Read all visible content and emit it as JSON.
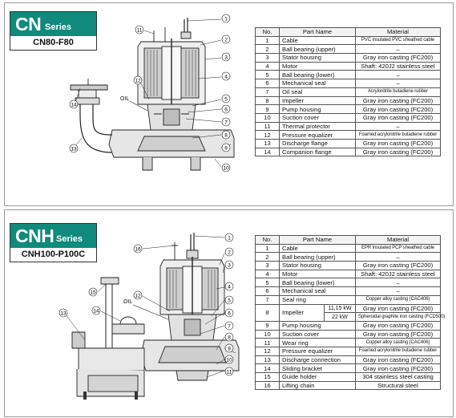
{
  "cn": {
    "series_big": "CN",
    "series_small": "Series",
    "model": "CN80-F80",
    "oil_label": "OIL",
    "callouts": [
      "1",
      "2",
      "3",
      "4",
      "5",
      "6",
      "7",
      "8",
      "9",
      "10",
      "11",
      "12",
      "13",
      "14"
    ],
    "table": {
      "headers": [
        "No.",
        "Part Name",
        "Material"
      ],
      "rows": [
        {
          "no": "1",
          "name": "Cable",
          "material": "PVC insulated PVC sheathed cable"
        },
        {
          "no": "2",
          "name": "Ball bearing (upper)",
          "material": "–"
        },
        {
          "no": "3",
          "name": "Stator housing",
          "material": "Gray iron casting (FC200)"
        },
        {
          "no": "4",
          "name": "Motor",
          "material": "Shaft: 420J2 stainless steel"
        },
        {
          "no": "5",
          "name": "Ball bearing (lower)",
          "material": "–"
        },
        {
          "no": "6",
          "name": "Mechanical  seal",
          "material": "–"
        },
        {
          "no": "7",
          "name": "Oil seal",
          "material": "Acrylonitrile butadiene rubber"
        },
        {
          "no": "8",
          "name": "Impeller",
          "material": "Gray iron casting (FC200)"
        },
        {
          "no": "9",
          "name": "Pump housing",
          "material": "Gray iron casting (FC200)"
        },
        {
          "no": "10",
          "name": "Suction cover",
          "material": "Gray iron casting (FC200)"
        },
        {
          "no": "11",
          "name": "Thermal protector",
          "material": "–"
        },
        {
          "no": "12",
          "name": "Pressure equalizer",
          "material": "Foamed acrylonitrile butadiene rubber"
        },
        {
          "no": "13",
          "name": "Discharge flange",
          "material": "Gray iron casting (FC200)"
        },
        {
          "no": "14",
          "name": "Companion flange",
          "material": "Gray iron casting (FC200)"
        }
      ]
    }
  },
  "cnh": {
    "series_big": "CNH",
    "series_small": "Series",
    "model": "CNH100-P100C",
    "oil_label": "OIL",
    "callouts": [
      "1",
      "2",
      "3",
      "4",
      "5",
      "6",
      "7",
      "8",
      "9",
      "10",
      "11",
      "12",
      "13",
      "14",
      "15",
      "16"
    ],
    "table": {
      "headers": [
        "No.",
        "Part Name",
        "Material"
      ],
      "rows": [
        {
          "no": "1",
          "name": "Cable",
          "material": "EPR insulated PCP sheathed cable"
        },
        {
          "no": "2",
          "name": "Ball bearing (upper)",
          "material": "–"
        },
        {
          "no": "3",
          "name": "Stator housing",
          "material": "Gray iron casting (FC200)"
        },
        {
          "no": "4",
          "name": "Motor",
          "material": "Shaft: 420J2 stainless steel"
        },
        {
          "no": "5",
          "name": "Ball bearing (lower)",
          "material": "–"
        },
        {
          "no": "6",
          "name": "Mechanical seal",
          "material": "–"
        },
        {
          "no": "7",
          "name": "Seal ring",
          "material": "Copper alloy casting (CAC406)"
        },
        {
          "no": "9",
          "name": "Pump housing",
          "material": "Gray iron casting (FC200)"
        },
        {
          "no": "10",
          "name": "Suction cover",
          "material": "Gray iron casting (FC200)"
        },
        {
          "no": "11",
          "name": "Wear ring",
          "material": "Copper alloy casting (CAC406)"
        },
        {
          "no": "12",
          "name": "Pressure equalizer",
          "material": "Foamed acrylonitrile butadiene rubber"
        },
        {
          "no": "13",
          "name": "Discharge connection",
          "material": "Gray iron casting (FC200)"
        },
        {
          "no": "14",
          "name": "Sliding bracket",
          "material": "Gray iron casting (FC200)"
        },
        {
          "no": "15",
          "name": "Guide holder",
          "material": "304 stainless steel casting"
        },
        {
          "no": "16",
          "name": "Lifting chain",
          "material": "Structural steel"
        }
      ],
      "impeller": {
        "no": "8",
        "name": "Impeller",
        "variants": [
          {
            "kw": "11,15 kW",
            "material": "Gray iron casting (FC200)"
          },
          {
            "kw": "22 kW",
            "material": "Spheroidal graphite iron casting (FCD500)"
          }
        ]
      }
    }
  }
}
